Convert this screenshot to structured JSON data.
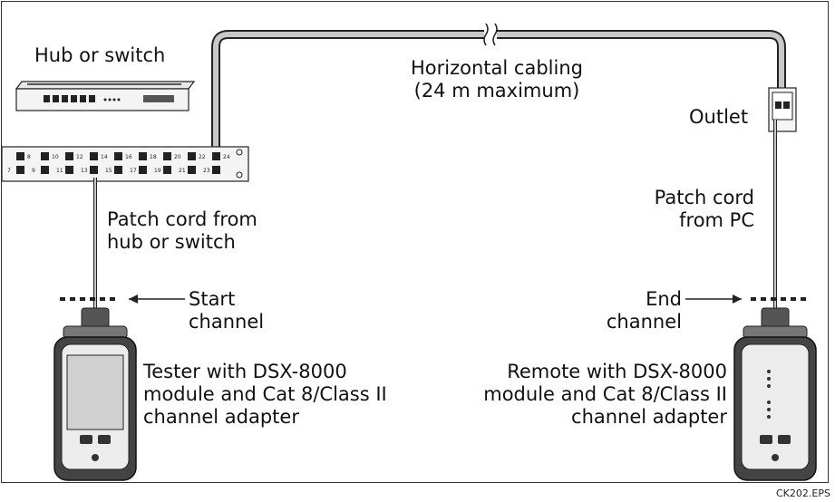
{
  "labels": {
    "hub_or_switch": "Hub or switch",
    "horizontal_cabling_line1": "Horizontal cabling",
    "horizontal_cabling_line2": "(24 m maximum)",
    "outlet": "Outlet",
    "patch_cord_pc_line1": "Patch cord",
    "patch_cord_pc_line2": "from PC",
    "patch_cord_hub_line1": "Patch cord from",
    "patch_cord_hub_line2": "hub or switch",
    "start_line1": "Start",
    "start_line2": "channel",
    "end_line1": "End",
    "end_line2": "channel",
    "tester_line1": "Tester with DSX-8000",
    "tester_line2": "module and Cat 8/Class II",
    "tester_line3": "channel adapter",
    "remote_line1": "Remote with DSX-8000",
    "remote_line2": "module and Cat 8/Class II",
    "remote_line3": "channel adapter",
    "figure_id": "CK202.EPS"
  },
  "patch_panel_ports_top": [
    "8",
    "10",
    "12",
    "14",
    "16",
    "18",
    "20",
    "22",
    "24"
  ],
  "patch_panel_ports_bottom": [
    "7",
    "9",
    "11",
    "13",
    "15",
    "17",
    "19",
    "21",
    "23"
  ],
  "colors": {
    "cable": "#c8c8c8",
    "outline": "#222222",
    "device": "#3a3a3a",
    "screen": "#d9d9d9"
  }
}
